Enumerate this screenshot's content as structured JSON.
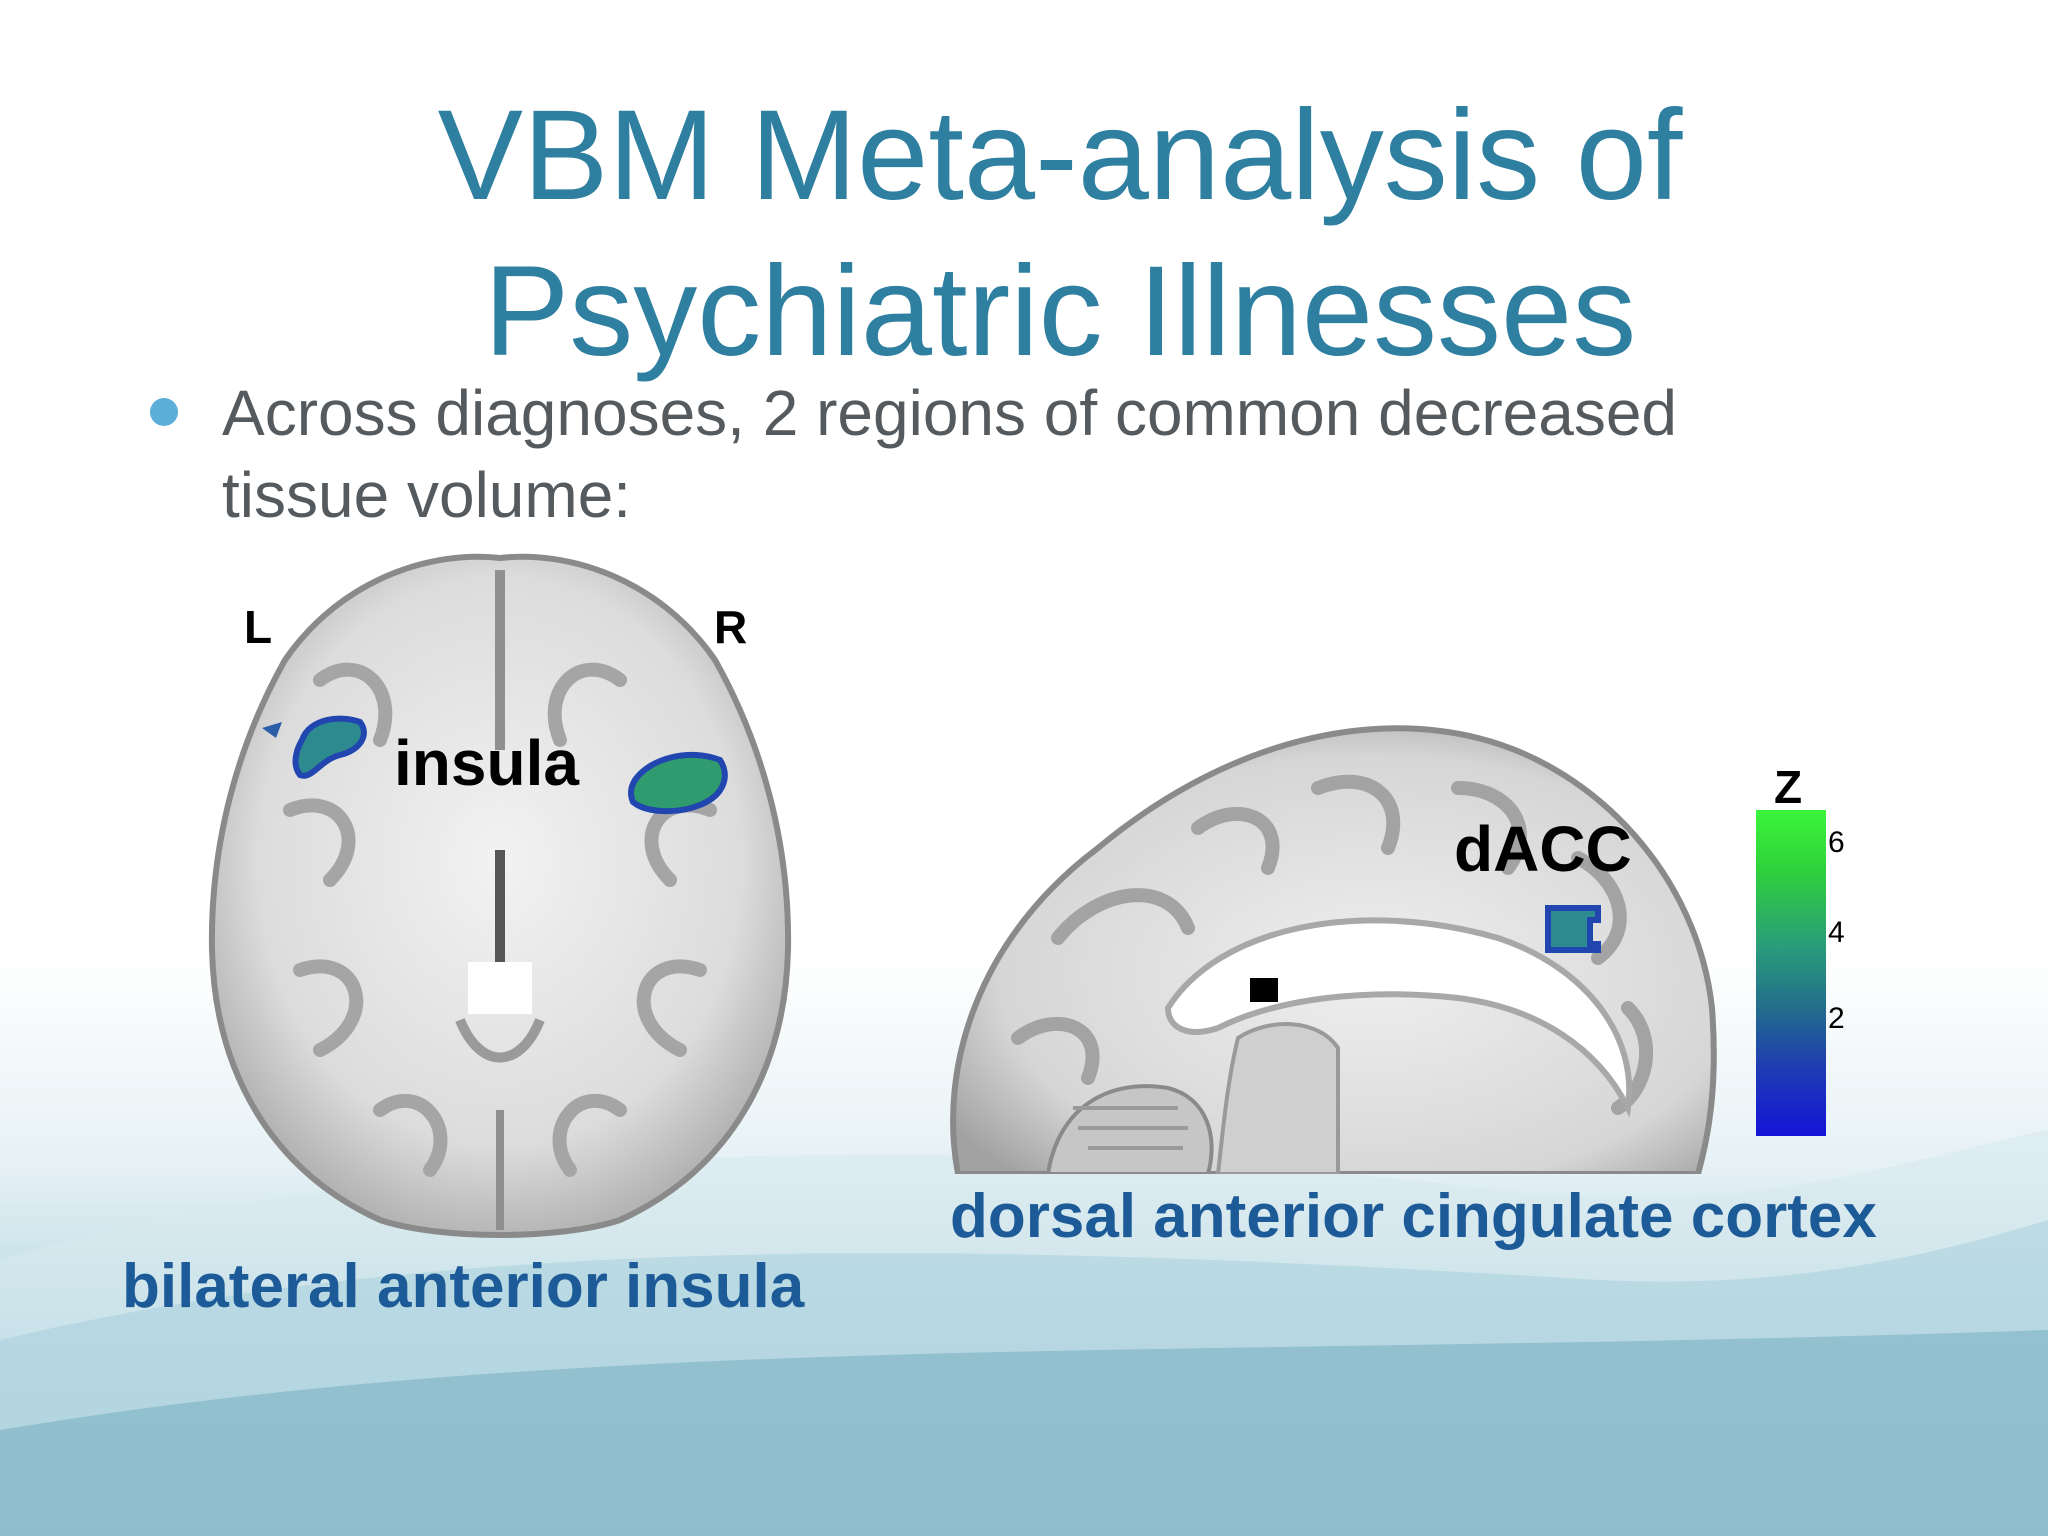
{
  "title": "VBM Meta-analysis of Psychiatric Illnesses",
  "bullet": "Across diagnoses, 2 regions of common decreased tissue volume:",
  "axial": {
    "left_marker": "L",
    "right_marker": "R",
    "region_label": "insula",
    "caption": "bilateral anterior insula"
  },
  "sagittal": {
    "region_label": "dACC",
    "caption": "dorsal anterior cingulate cortex"
  },
  "colorbar": {
    "label": "Z",
    "ticks": [
      "6",
      "4",
      "2"
    ],
    "colors": {
      "high": "#3bf53b",
      "mid": "#2a8e86",
      "low": "#1414d8"
    }
  },
  "theme": {
    "title_color": "#2e7fa0",
    "caption_color": "#1d5b98",
    "bullet_color": "#5aaed8"
  }
}
